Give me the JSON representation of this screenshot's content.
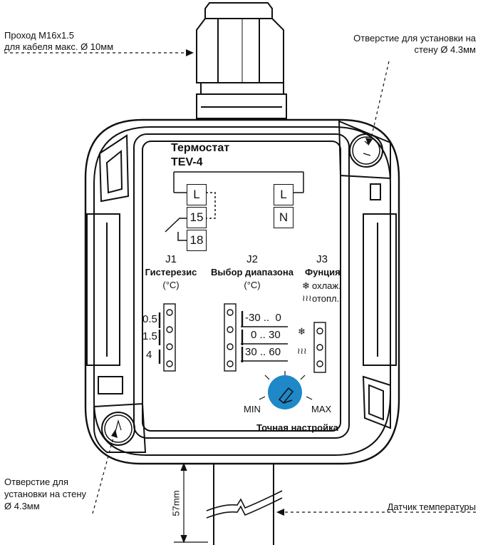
{
  "callouts": {
    "gland_line1": "Проход M16x1.5",
    "gland_line2": "для кабеля макс. Ø 10мм",
    "hole_top_line1": "Отверстие   для установки на",
    "hole_top_line2": "стену Ø 4.3мм",
    "hole_bottom_line1": "Отверстие   для",
    "hole_bottom_line2": "установки на стену",
    "hole_bottom_line3": "Ø 4.3мм",
    "sensor": "Датчик температуры",
    "dimension": "57mm"
  },
  "device": {
    "title_line1": "Термостат",
    "title_line2": "TEV-4"
  },
  "terminals": {
    "left": [
      "L",
      "15",
      "18"
    ],
    "right": [
      "L",
      "N"
    ]
  },
  "jumpers": {
    "j1": {
      "id": "J1",
      "name": "Гистерезис",
      "unit": "(°C)",
      "options": [
        "0.5",
        "1.5",
        "4"
      ]
    },
    "j2": {
      "id": "J2",
      "name": "Выбор диапазона",
      "unit": "(°C)",
      "options": [
        "-30 ..  0",
        "0 .. 30",
        "30 .. 60"
      ]
    },
    "j3": {
      "id": "J3",
      "name": "Фунция",
      "option_cool": "охлаж.",
      "option_heat": "отопл."
    }
  },
  "knob": {
    "min": "MIN",
    "max": "MAX",
    "caption": "Точная настройка",
    "color": "#1e88c8"
  }
}
